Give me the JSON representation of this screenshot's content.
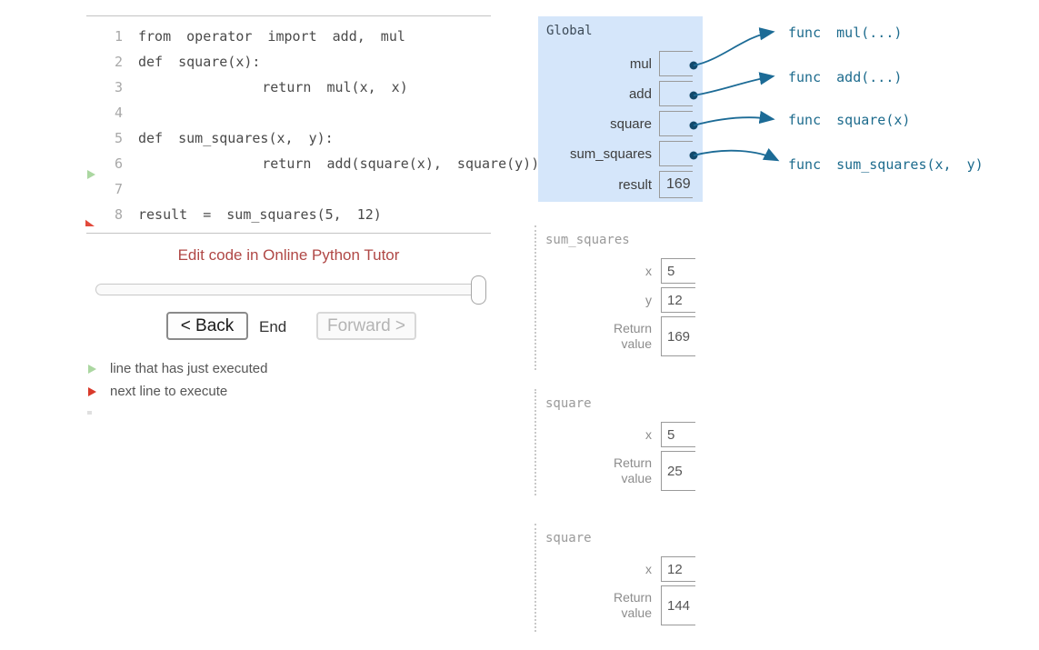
{
  "colors": {
    "frame_bg": "#d5e6fa",
    "pointer_arrow": "#1c6b96",
    "pointer_dot": "#12496b",
    "edit_link": "#b04846",
    "just_executed_arrow": "#abd7a1",
    "next_line_arrow": "#d93a2b",
    "cell_border": "#9a9a9a"
  },
  "code_panel": {
    "lines": [
      {
        "num": "1",
        "text": "from operator import add, mul"
      },
      {
        "num": "2",
        "text": "def square(x):"
      },
      {
        "num": "3",
        "text": "        return mul(x, x)"
      },
      {
        "num": "4",
        "text": ""
      },
      {
        "num": "5",
        "text": "def sum_squares(x, y):"
      },
      {
        "num": "6",
        "text": "        return add(square(x), square(y))"
      },
      {
        "num": "7",
        "text": ""
      },
      {
        "num": "8",
        "text": "result = sum_squares(5, 12)"
      }
    ]
  },
  "controls": {
    "edit_link": "Edit code in Online Python Tutor",
    "back_label": "< Back",
    "status_label": "End",
    "forward_label": "Forward >",
    "slider_position_percent": 100
  },
  "legend": {
    "just_executed": "line that has just executed",
    "next_line": "next line to execute"
  },
  "global_frame": {
    "title": "Global",
    "rows": [
      {
        "label": "mul",
        "value": ""
      },
      {
        "label": "add",
        "value": ""
      },
      {
        "label": "square",
        "value": ""
      },
      {
        "label": "sum_squares",
        "value": ""
      },
      {
        "label": "result",
        "value": "169"
      }
    ]
  },
  "heap": {
    "functions": [
      "func mul(...)",
      "func add(...)",
      "func square(x)",
      "func sum_squares(x, y)"
    ]
  },
  "frames": [
    {
      "name": "sum_squares",
      "rows": [
        {
          "label": "x",
          "value": "5"
        },
        {
          "label": "y",
          "value": "12"
        },
        {
          "label": "Return value",
          "value": "169"
        }
      ]
    },
    {
      "name": "square",
      "rows": [
        {
          "label": "x",
          "value": "5"
        },
        {
          "label": "Return value",
          "value": "25"
        }
      ]
    },
    {
      "name": "square",
      "rows": [
        {
          "label": "x",
          "value": "12"
        },
        {
          "label": "Return value",
          "value": "144"
        }
      ]
    }
  ]
}
